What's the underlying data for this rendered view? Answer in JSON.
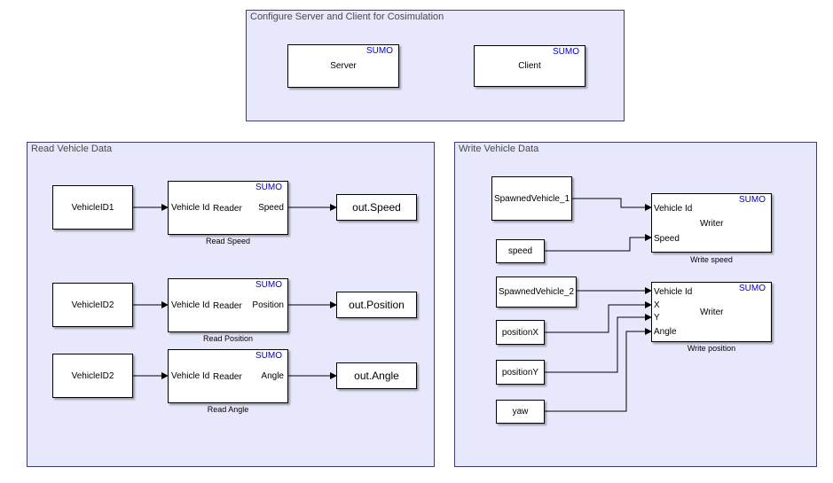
{
  "colors": {
    "area_fill": "#e8e8fc",
    "area_border": "#3d3d75",
    "sumo_tag": "#0000c8"
  },
  "config_area": {
    "title": "Configure Server and Client for Cosimulation",
    "server": {
      "label": "Server",
      "tag": "SUMO"
    },
    "client": {
      "label": "Client",
      "tag": "SUMO"
    }
  },
  "read_area": {
    "title": "Read Vehicle Data",
    "rows": [
      {
        "id_label": "VehicleID1",
        "port_in": "Vehicle Id",
        "block_label": "Reader",
        "port_out": "Speed",
        "tag": "SUMO",
        "caption": "Read Speed",
        "output": "out.Speed"
      },
      {
        "id_label": "VehicleID2",
        "port_in": "Vehicle Id",
        "block_label": "Reader",
        "port_out": "Position",
        "tag": "SUMO",
        "caption": "Read Position",
        "output": "out.Position"
      },
      {
        "id_label": "VehicleID2",
        "port_in": "Vehicle Id",
        "block_label": "Reader",
        "port_out": "Angle",
        "tag": "SUMO",
        "caption": "Read Angle",
        "output": "out.Angle"
      }
    ]
  },
  "write_area": {
    "title": "Write Vehicle Data",
    "inputs": {
      "spawned1": "SpawnedVehicle_1",
      "speed": "speed",
      "spawned2": "SpawnedVehicle_2",
      "posx": "positionX",
      "posy": "positionY",
      "yaw": "yaw"
    },
    "writer_speed": {
      "tag": "SUMO",
      "block_label": "Writer",
      "port_id": "Vehicle Id",
      "port_speed": "Speed",
      "caption": "Write speed"
    },
    "writer_position": {
      "tag": "SUMO",
      "block_label": "Writer",
      "port_id": "Vehicle Id",
      "port_x": "X",
      "port_y": "Y",
      "port_angle": "Angle",
      "caption": "Write position"
    }
  }
}
